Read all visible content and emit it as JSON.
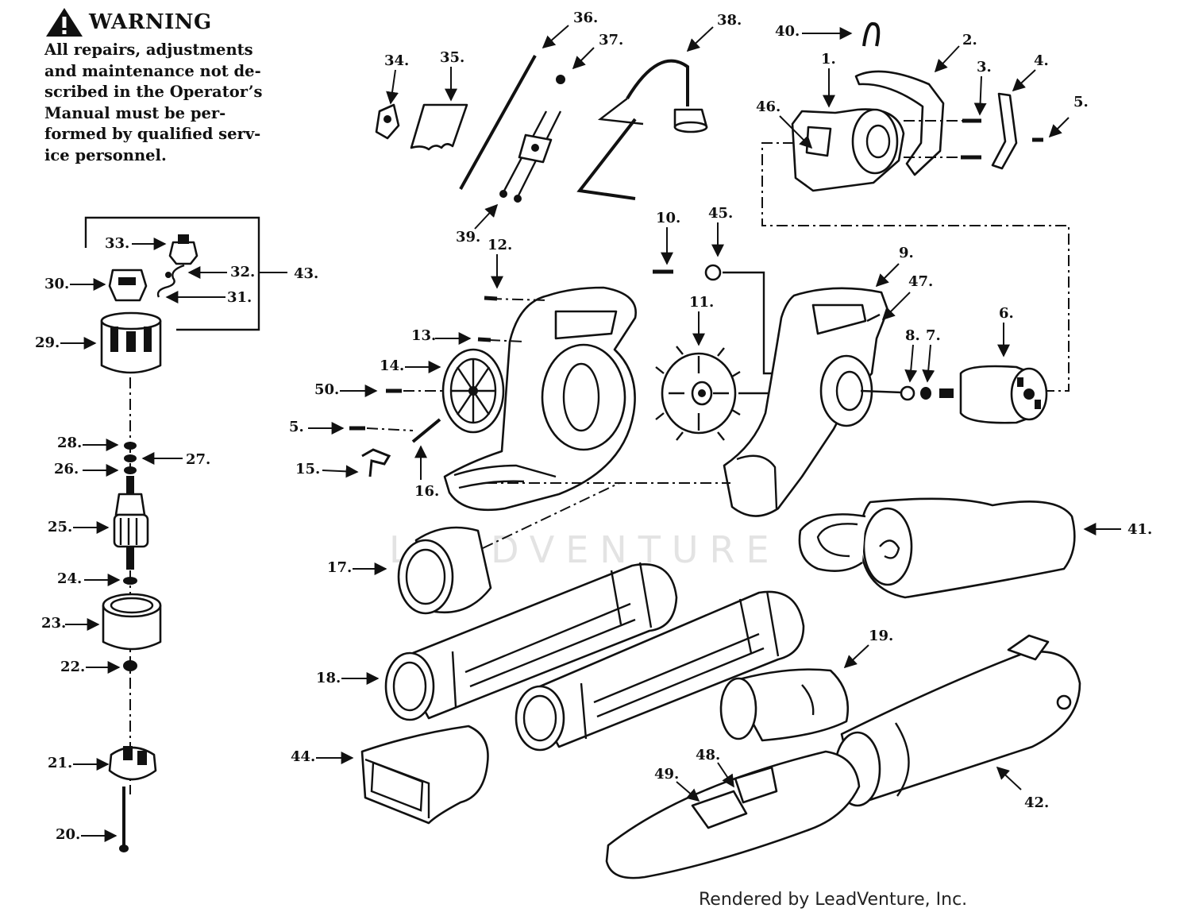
{
  "warning": {
    "title": "WARNING",
    "lines": [
      "All repairs, adjustments",
      "and maintenance not de-",
      "scribed in the Operator’s",
      "Manual must be per-",
      "formed by qualified serv-",
      "ice personnel."
    ]
  },
  "watermark": "LEADVENTURE",
  "footer": "Rendered by LeadVenture, Inc.",
  "callouts": [
    {
      "id": "36",
      "text": "36."
    },
    {
      "id": "37",
      "text": "37."
    },
    {
      "id": "38",
      "text": "38."
    },
    {
      "id": "40",
      "text": "40."
    },
    {
      "id": "2",
      "text": "2."
    },
    {
      "id": "34",
      "text": "34."
    },
    {
      "id": "35",
      "text": "35."
    },
    {
      "id": "1",
      "text": "1."
    },
    {
      "id": "3",
      "text": "3."
    },
    {
      "id": "4",
      "text": "4."
    },
    {
      "id": "46",
      "text": "46."
    },
    {
      "id": "5a",
      "text": "5."
    },
    {
      "id": "39",
      "text": "39."
    },
    {
      "id": "12",
      "text": "12."
    },
    {
      "id": "10",
      "text": "10."
    },
    {
      "id": "45",
      "text": "45."
    },
    {
      "id": "9",
      "text": "9."
    },
    {
      "id": "47",
      "text": "47."
    },
    {
      "id": "11",
      "text": "11."
    },
    {
      "id": "6",
      "text": "6."
    },
    {
      "id": "13",
      "text": "13."
    },
    {
      "id": "8",
      "text": "8."
    },
    {
      "id": "7",
      "text": "7."
    },
    {
      "id": "14",
      "text": "14."
    },
    {
      "id": "50",
      "text": "50."
    },
    {
      "id": "5b",
      "text": "5."
    },
    {
      "id": "15",
      "text": "15."
    },
    {
      "id": "16",
      "text": "16."
    },
    {
      "id": "33",
      "text": "33."
    },
    {
      "id": "32",
      "text": "32."
    },
    {
      "id": "43",
      "text": "43."
    },
    {
      "id": "30",
      "text": "30."
    },
    {
      "id": "31",
      "text": "31."
    },
    {
      "id": "29",
      "text": "29."
    },
    {
      "id": "28",
      "text": "28."
    },
    {
      "id": "27",
      "text": "27."
    },
    {
      "id": "26",
      "text": "26."
    },
    {
      "id": "25",
      "text": "25."
    },
    {
      "id": "24",
      "text": "24."
    },
    {
      "id": "23",
      "text": "23."
    },
    {
      "id": "22",
      "text": "22."
    },
    {
      "id": "21",
      "text": "21."
    },
    {
      "id": "20",
      "text": "20."
    },
    {
      "id": "41",
      "text": "41."
    },
    {
      "id": "17",
      "text": "17."
    },
    {
      "id": "19",
      "text": "19."
    },
    {
      "id": "18",
      "text": "18."
    },
    {
      "id": "44",
      "text": "44."
    },
    {
      "id": "48",
      "text": "48."
    },
    {
      "id": "49",
      "text": "49."
    },
    {
      "id": "42",
      "text": "42."
    }
  ]
}
